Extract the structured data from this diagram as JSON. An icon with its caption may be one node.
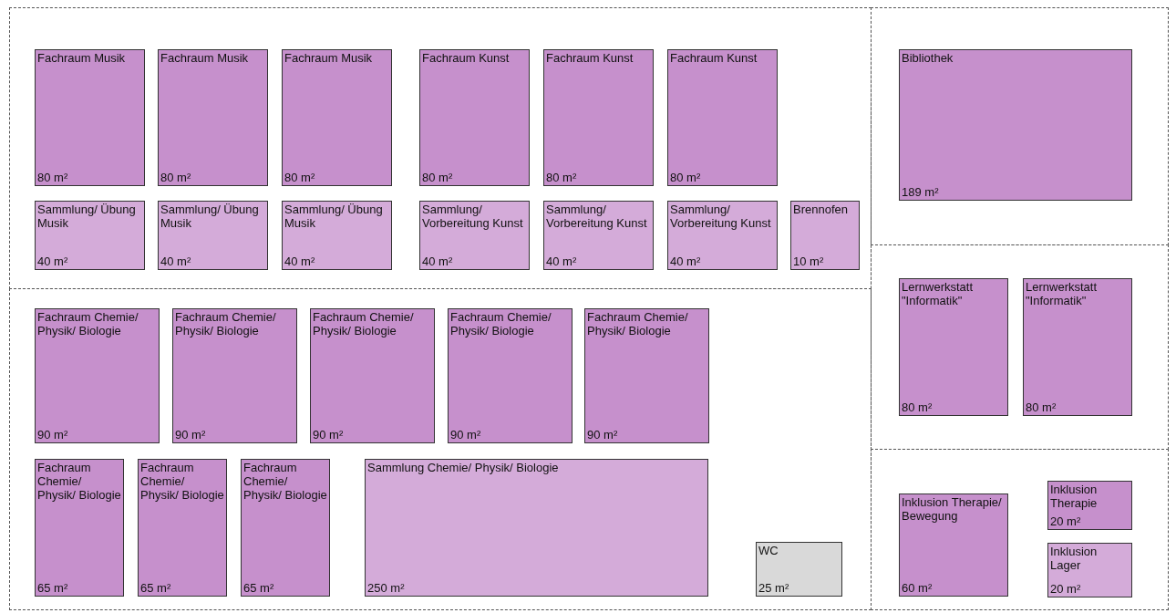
{
  "diagram": {
    "nodes": [
      {
        "text": [],
        "shape": "box"
      },
      {
        "text": [
          "Fachraum Musik",
          "80 m²"
        ],
        "in": 0
      },
      {
        "text": [
          "Fachraum Musik",
          "80 m²"
        ],
        "in": 0
      },
      {
        "text": [
          "Fachraum Musik",
          "80 m²"
        ],
        "in": 0
      },
      {
        "text": [
          "Fachraum Kunst",
          "80 m²"
        ],
        "in": 0
      },
      {
        "text": [
          "Fachraum Kunst",
          "80 m²"
        ],
        "in": 0
      },
      {
        "text": [
          "Fachraum Kunst",
          "80 m²"
        ],
        "in": 0
      },
      {
        "text": [
          "Sammlung/ Übung Musik",
          "40 m²"
        ],
        "in": 0
      },
      {
        "text": [
          "Sammlung/ Übung Musik",
          "40 m²"
        ],
        "in": 0
      },
      {
        "text": [
          "Sammlung/ Übung Musik",
          "40 m²"
        ],
        "in": 0
      },
      {
        "text": [
          "Sammlung/ Vorbereitung Kunst",
          "40 m²"
        ],
        "in": 0
      },
      {
        "text": [
          "Sammlung/ Vorbereitung Kunst",
          "40 m²"
        ],
        "in": 0
      },
      {
        "text": [
          "Sammlung/ Vorbereitung Kunst",
          "40 m²"
        ],
        "in": 0
      },
      {
        "text": [
          "Brennofen",
          "10 m²"
        ],
        "in": 0
      },
      {
        "text": [],
        "shape": "box"
      },
      {
        "text": [
          "Bibliothek",
          "189 m²"
        ],
        "in": 14
      },
      {
        "text": [],
        "shape": "box"
      },
      {
        "text": [
          "Fachraum Chemie/ Physik/ Biologie",
          "90 m²"
        ],
        "in": 16
      },
      {
        "text": [
          "Fachraum Chemie/ Physik/ Biologie",
          "90 m²"
        ],
        "in": 16
      },
      {
        "text": [
          "Fachraum Chemie/ Physik/ Biologie",
          "90 m²"
        ],
        "in": 16
      },
      {
        "text": [
          "Fachraum Chemie/ Physik/ Biologie",
          "90 m²"
        ],
        "in": 16
      },
      {
        "text": [
          "Fachraum Chemie/ Physik/ Biologie",
          "90 m²"
        ],
        "in": 16
      },
      {
        "text": [
          "Fachraum Chemie/ Physik/ Biologie",
          "65 m²"
        ],
        "in": 16
      },
      {
        "text": [
          "Fachraum Chemie/ Physik/ Biologie",
          "65 m²"
        ],
        "in": 16
      },
      {
        "text": [
          "Fachraum Chemie/ Physik/ Biologie",
          "65 m²"
        ],
        "in": 16
      },
      {
        "text": [
          "Sammlung Chemie/ Physik/ Biologie",
          "250 m²"
        ],
        "in": 16
      },
      {
        "text": [
          "WC",
          "25 m²"
        ],
        "in": 16
      },
      {
        "text": [],
        "shape": "box"
      },
      {
        "text": [
          "Lernwerkstatt \"Informatik\"",
          "80 m²"
        ],
        "in": 27
      },
      {
        "text": [
          "Lernwerkstatt \"Informatik\"",
          "80 m²"
        ],
        "in": 27
      },
      {
        "text": [],
        "shape": "box"
      },
      {
        "text": [
          "Inklusion Therapie/ Bewegung",
          "60 m²"
        ],
        "in": 30
      },
      {
        "text": [
          "Inklusion Therapie",
          "20 m²"
        ],
        "in": 30
      },
      {
        "text": [
          "Inklusion Lager",
          "20 m²"
        ],
        "in": 30
      }
    ]
  }
}
